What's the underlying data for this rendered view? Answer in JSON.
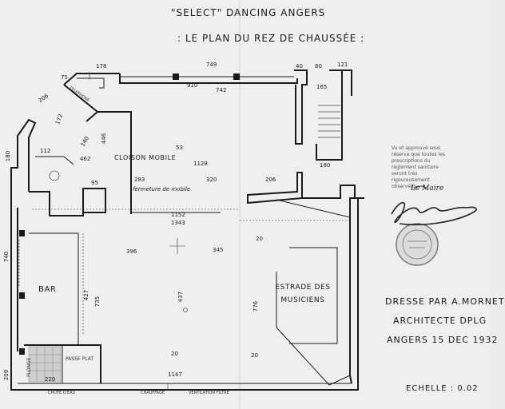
{
  "title": {
    "line1": "\"SELECT\" DANCING ANGERS",
    "line2": ": LE PLAN DU REZ DE CHAUSSÉE :"
  },
  "rooms": {
    "telephone": "TELEPHONE",
    "cloison": "CLOISON MOBILE",
    "fermeture": "fermeture de mobile",
    "bar": "BAR",
    "estrade": "ESTRADE DES MUSICIENS",
    "plonge": "PLONGE",
    "passe_plat": "PASSE PLAT"
  },
  "dimensions": {
    "d178": "178",
    "d749": "749",
    "d910": "910",
    "d742": "742",
    "d40": "40",
    "d80": "80",
    "d121": "121",
    "d165": "165",
    "d206a": "206",
    "d75": "75",
    "d172": "172",
    "d140": "140",
    "d446": "446",
    "d180a": "180",
    "d462": "462",
    "d112": "112",
    "d53": "53",
    "d1128": "1128",
    "d95": "95",
    "d283": "283",
    "d320": "320",
    "d206b": "206",
    "d180b": "180",
    "d1152": "1152",
    "d1343": "1343",
    "d396": "396",
    "d345": "345",
    "d740": "740",
    "d427": "427",
    "d735": "735",
    "d437": "437",
    "d20a": "20",
    "d20b": "20",
    "d20c": "20",
    "d776": "776",
    "d1147": "1147",
    "d220": "220",
    "d209": "209"
  },
  "legend": {
    "chute": "CHUTE D'EAU",
    "chauffage": "CHAUFFAGE",
    "ventilation": "VENTILATION FILTRE"
  },
  "approval": {
    "text": "Vu et approuvé sous réserve que toutes les prescriptions du règlement sanitaire seront très rigoureusement observées",
    "maire": "Le Maire"
  },
  "credit": {
    "line1": "DRESSE PAR A.MORNET",
    "line2": "ARCHITECTE DPLG",
    "line3": "ANGERS 15 DEC 1932"
  },
  "scale": "ECHELLE : 0.02",
  "colors": {
    "paper": "#efefef",
    "ink": "#1a1a1a",
    "tile": "#bdbdbd"
  }
}
